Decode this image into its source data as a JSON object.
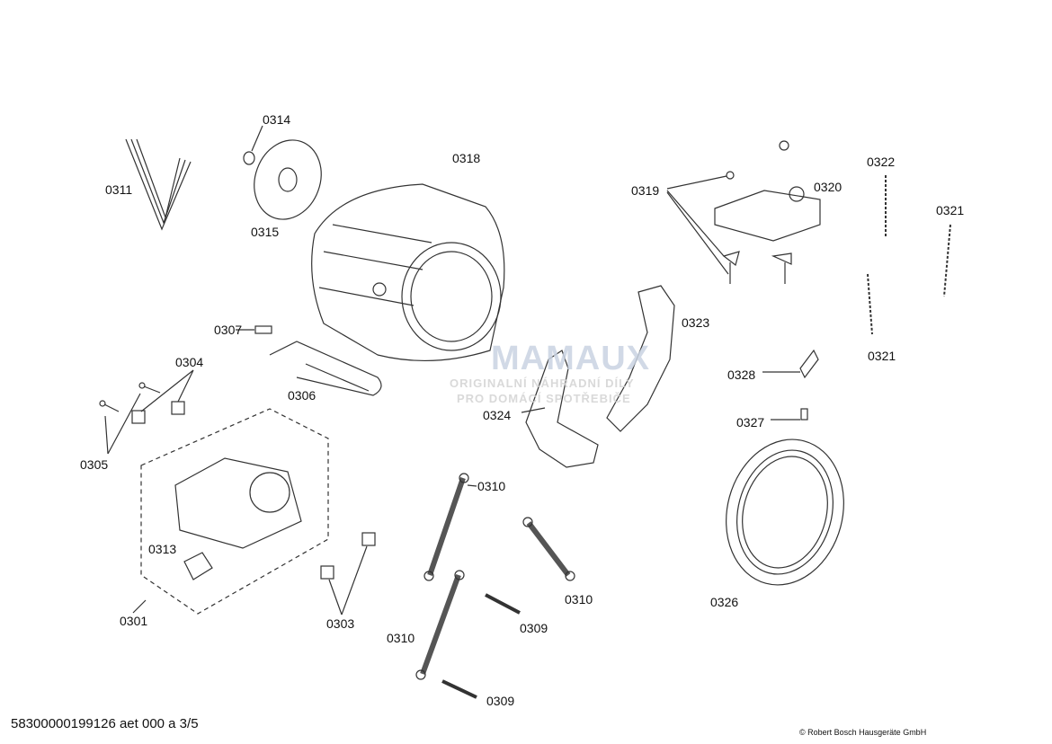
{
  "labels": [
    "0314",
    "0311",
    "0315",
    "0318",
    "0319",
    "0320",
    "0322",
    "0321",
    "0321",
    "0323",
    "0328",
    "0327",
    "0307",
    "0304",
    "0306",
    "0324",
    "0305",
    "0310",
    "0313",
    "0310",
    "0301",
    "0303",
    "0309",
    "0310",
    "0326",
    "0309"
  ],
  "watermark": {
    "brand": "MAMAUX",
    "line1": "ORIGINALNÍ NÁHRADNÍ DÍLY",
    "line2": "PRO DOMÁCÍ SPOTŘEBIČE"
  },
  "footer": {
    "document_id": "58300000199126 aet 000 a 3/5",
    "copyright": "© Robert Bosch Hausgeräte GmbH"
  }
}
